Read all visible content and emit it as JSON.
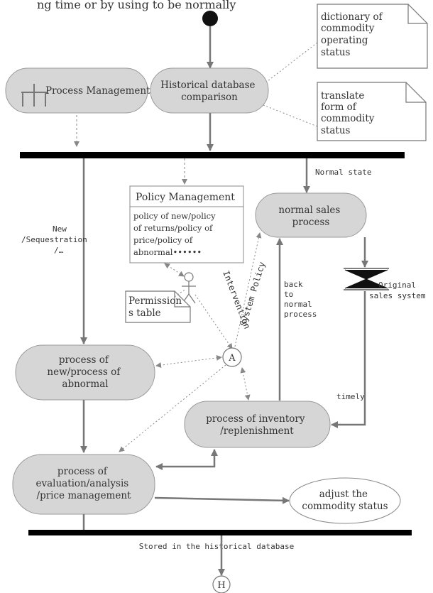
{
  "top_caption": "ng time or by using to be normally",
  "nodes": {
    "process_management": "Process Management",
    "historical_comparison": [
      "Historical database",
      "comparison"
    ],
    "normal_sales": [
      "normal sales",
      "process"
    ],
    "process_new_abnormal": [
      "process of",
      "new/process of",
      "abnormal"
    ],
    "inventory": [
      "process of inventory",
      "/replenishment"
    ],
    "evaluation": [
      "process of",
      "evaluation/analysis",
      "/price management"
    ],
    "adjust_status": [
      "adjust the",
      "commodity status"
    ],
    "connector_a": "A",
    "connector_h": "H"
  },
  "notes": {
    "dictionary": [
      "dictionary of",
      "commodity",
      "operating",
      "status"
    ],
    "translate_form": [
      "translate",
      "form of",
      "commodity",
      "status"
    ],
    "permission_table": [
      "Permission",
      "s table"
    ]
  },
  "policy_management": {
    "title": "Policy Management",
    "body": [
      "policy of new/policy",
      "of returns/policy of",
      "price/policy of",
      "abnormal••••••"
    ]
  },
  "labels": {
    "normal_state": "Normal state",
    "new_sequestration": [
      "New",
      "/Sequestration",
      "/…"
    ],
    "intervention": "Intervention",
    "system_policy": "System Policy",
    "back_to_normal": [
      "back",
      "to",
      "normal",
      "process"
    ],
    "original_sales": [
      "Original",
      "sales system"
    ],
    "timely": "timely",
    "stored": "Stored in the historical database"
  },
  "colors": {
    "node_fill": "#d6d6d6",
    "stroke": "#777777",
    "bar": "#000000"
  }
}
